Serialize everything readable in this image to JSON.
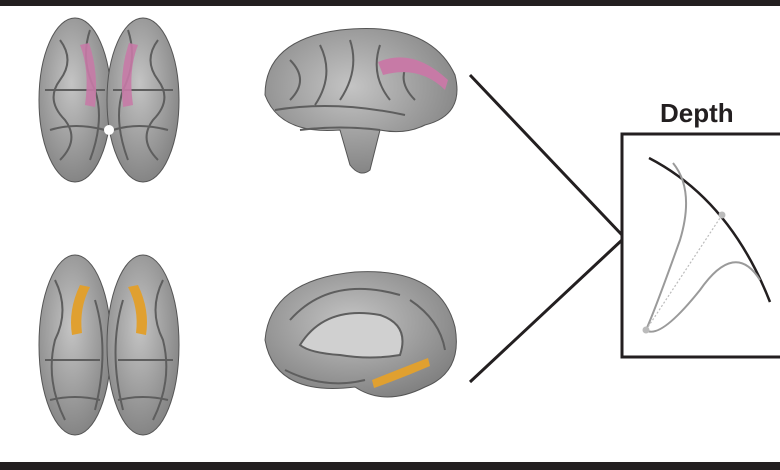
{
  "figure": {
    "depth_label": "Depth",
    "colors": {
      "brain": "#a9a9a9",
      "sulcus": "#5e5e5e",
      "frontal_highlight": "#c77aa6",
      "temporal_highlight": "#e0a030",
      "frame": "#231f20",
      "curve_grey": "#9a9a9a"
    },
    "panels": [
      {
        "name": "dorsal-view",
        "highlight": "frontal_highlight"
      },
      {
        "name": "lateral-view",
        "highlight": "frontal_highlight"
      },
      {
        "name": "ventral-view",
        "highlight": "temporal_highlight"
      },
      {
        "name": "medial-view",
        "highlight": "temporal_highlight"
      }
    ]
  }
}
